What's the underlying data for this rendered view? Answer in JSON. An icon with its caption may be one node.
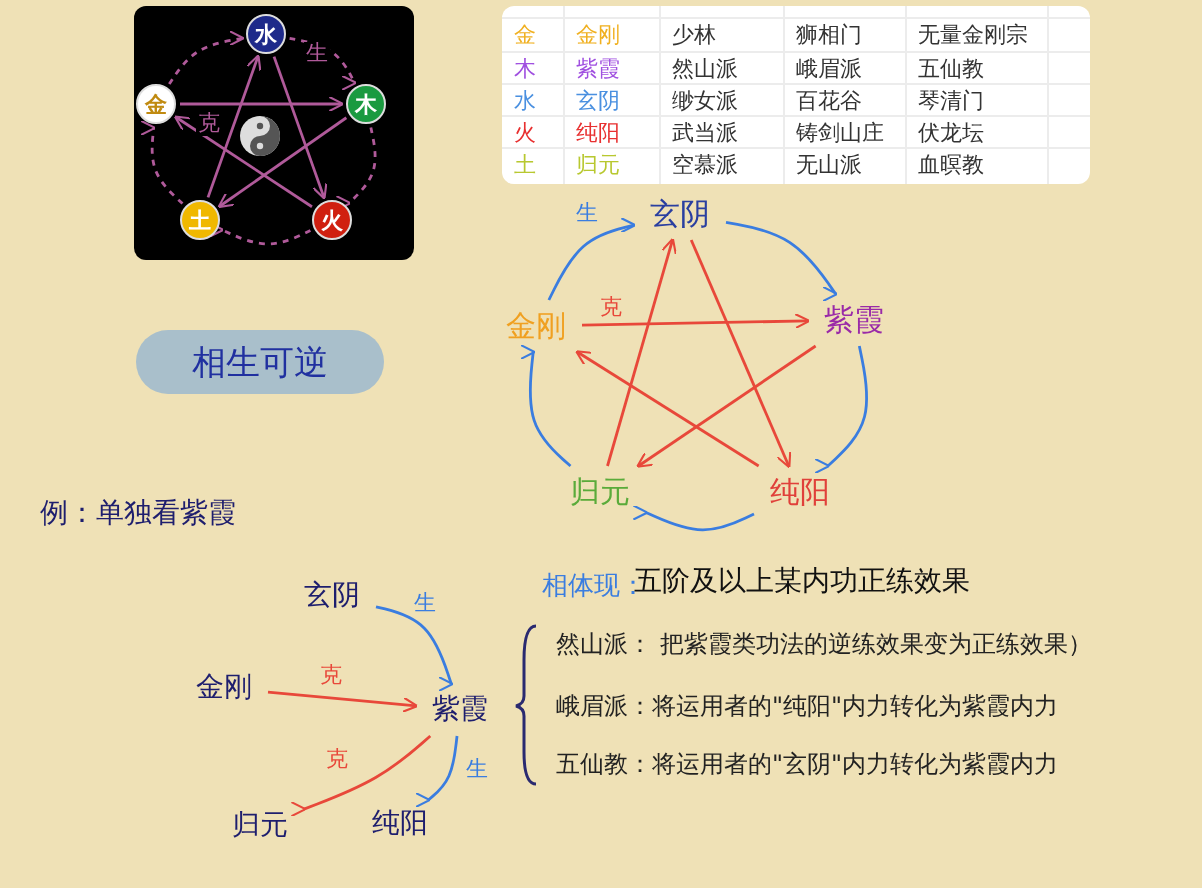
{
  "diagram": {
    "nodes": [
      {
        "text": [
          "水"
        ]
      },
      {
        "text": [
          "木"
        ]
      },
      {
        "text": [
          "火"
        ]
      },
      {
        "text": [
          "土"
        ]
      },
      {
        "text": [
          "金"
        ]
      },
      {
        "text": [
          "玄阴"
        ]
      },
      {
        "text": [
          "紫霞"
        ]
      },
      {
        "text": [
          "纯阳"
        ]
      },
      {
        "text": [
          "归元"
        ]
      },
      {
        "text": [
          "金刚"
        ]
      },
      {
        "text": [
          "相生可逆"
        ]
      },
      {
        "text": [
          "玄阴"
        ]
      },
      {
        "text": [
          "金刚"
        ]
      },
      {
        "text": [
          "紫霞"
        ]
      },
      {
        "text": [
          "归元"
        ]
      },
      {
        "text": [
          "纯阳"
        ]
      }
    ],
    "edges": [
      {
        "from": 0,
        "to": 1,
        "arrow": "to",
        "label": "生",
        "style": "dashed",
        "color": "#b05a9a"
      },
      {
        "from": 1,
        "to": 2,
        "arrow": "to",
        "style": "dashed",
        "color": "#b05a9a"
      },
      {
        "from": 2,
        "to": 3,
        "arrow": "to",
        "style": "dashed",
        "color": "#b05a9a"
      },
      {
        "from": 3,
        "to": 4,
        "arrow": "to",
        "style": "dashed",
        "color": "#b05a9a"
      },
      {
        "from": 4,
        "to": 0,
        "arrow": "to",
        "style": "dashed",
        "color": "#b05a9a"
      },
      {
        "from": 4,
        "to": 1,
        "arrow": "to",
        "label": "克",
        "color": "#b05a9a"
      },
      {
        "from": 1,
        "to": 3,
        "arrow": "to",
        "color": "#b05a9a"
      },
      {
        "from": 3,
        "to": 0,
        "arrow": "to",
        "color": "#b05a9a"
      },
      {
        "from": 0,
        "to": 2,
        "arrow": "to",
        "color": "#b05a9a"
      },
      {
        "from": 2,
        "to": 4,
        "arrow": "to",
        "color": "#b05a9a"
      },
      {
        "from": 9,
        "to": 5,
        "arrow": "to",
        "label": "生",
        "color": "#3a7de0"
      },
      {
        "from": 5,
        "to": 6,
        "arrow": "to",
        "color": "#3a7de0"
      },
      {
        "from": 6,
        "to": 7,
        "arrow": "to",
        "color": "#3a7de0"
      },
      {
        "from": 7,
        "to": 8,
        "arrow": "to",
        "color": "#3a7de0"
      },
      {
        "from": 8,
        "to": 9,
        "arrow": "to",
        "color": "#3a7de0"
      },
      {
        "from": 9,
        "to": 6,
        "arrow": "to",
        "label": "克",
        "color": "#e8483a"
      },
      {
        "from": 6,
        "to": 8,
        "arrow": "to",
        "color": "#e8483a"
      },
      {
        "from": 8,
        "to": 5,
        "arrow": "to",
        "color": "#e8483a"
      },
      {
        "from": 5,
        "to": 7,
        "arrow": "to",
        "color": "#e8483a"
      },
      {
        "from": 7,
        "to": 9,
        "arrow": "to",
        "color": "#e8483a"
      },
      {
        "from": 11,
        "to": 13,
        "arrow": "to",
        "label": "生",
        "color": "#3a7de0"
      },
      {
        "from": 12,
        "to": 13,
        "arrow": "to",
        "label": "克",
        "color": "#e8483a"
      },
      {
        "from": 13,
        "to": 14,
        "arrow": "to",
        "label": "克",
        "color": "#e8483a"
      },
      {
        "from": 13,
        "to": 15,
        "arrow": "to",
        "label": "生",
        "color": "#3a7de0"
      }
    ],
    "labels": [
      "金",
      "金刚",
      "少林",
      "狮相门",
      "无量金刚宗",
      "木",
      "紫霞",
      "然山派",
      "峨眉派",
      "五仙教",
      "水",
      "玄阴",
      "缈女派",
      "百花谷",
      "琴清门",
      "火",
      "纯阳",
      "武当派",
      "铸剑山庄",
      "伏龙坛",
      "土",
      "归元",
      "空慕派",
      "无山派",
      "血暝教",
      "例：单独看紫霞",
      "相体现：",
      "五阶及以上某内功正练效果",
      "然山派： 把紫霞类功法的逆练效果变为正练效果）",
      "峨眉派：将运用者的\"纯阳\"内力转化为紫霞内力",
      "五仙教：将运用者的\"玄阴\"内力转化为紫霞内力"
    ]
  }
}
